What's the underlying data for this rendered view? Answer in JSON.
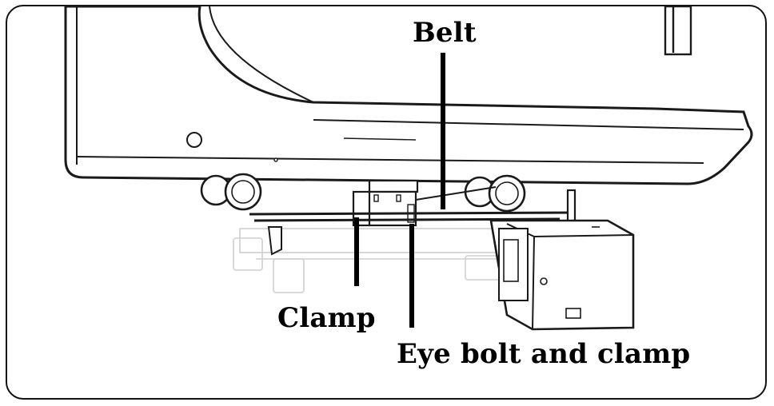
{
  "labels": {
    "belt": "Belt",
    "clamp": "Clamp",
    "eye_bolt_and_clamp": "Eye bolt and clamp"
  },
  "colors": {
    "line": "#000000",
    "drawing_stroke": "#1a1a1a",
    "ghost_stroke": "#c8c8c8",
    "frame": "#111111"
  },
  "icons": [
    "table-frame",
    "caster-wheel",
    "belt-strap",
    "eye-bolt",
    "clamp",
    "motor-box"
  ]
}
